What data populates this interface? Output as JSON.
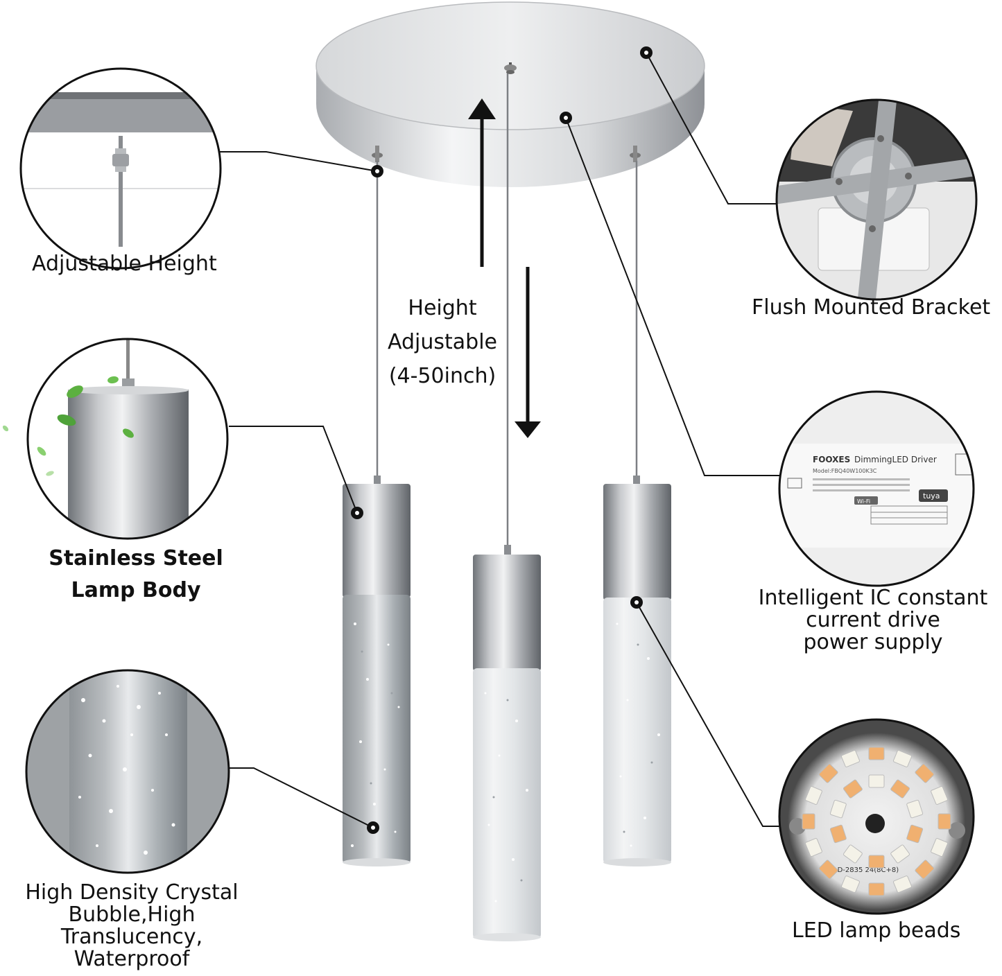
{
  "labels": {
    "adjustable_height": "Adjustable Height",
    "flush_bracket": "Flush Mounted Bracket",
    "height_line1": "Height",
    "height_line2": "Adjustable",
    "height_line3": "(4-50inch)",
    "steel_line1": "Stainless Steel",
    "steel_line2": "Lamp Body",
    "ic_line1": "Intelligent IC constant",
    "ic_line2": "current drive",
    "ic_line3": "power supply",
    "crystal_line1": "High Density Crystal",
    "crystal_line2": "Bubble,High",
    "crystal_line3": "Translucency,",
    "crystal_line4": "Waterproof",
    "led_beads": "LED lamp beads"
  },
  "driver_label": {
    "brand": "FOOXES",
    "title": "DimmingLED Driver",
    "model": "Model:FBQ40W100K3C",
    "smart": "tuya",
    "wifi": "Wi-Fi"
  },
  "led_board_text": "LD-2835 24(8C+8)",
  "colors": {
    "chrome": "#c4c6c8",
    "chrome_dark": "#8e9196",
    "led_warm": "#f0b070",
    "led_cool": "#f4f2e8",
    "leaf": "#5cb040"
  }
}
